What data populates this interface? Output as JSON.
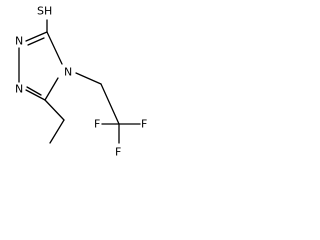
{
  "atoms": {
    "sh": "SH",
    "n1": "N",
    "n2": "N",
    "n4": "N",
    "f1": "F",
    "f2": "F",
    "f3": "F"
  },
  "colors": {
    "bond": "#000000",
    "label": "#000000",
    "background": "#ffffff"
  }
}
